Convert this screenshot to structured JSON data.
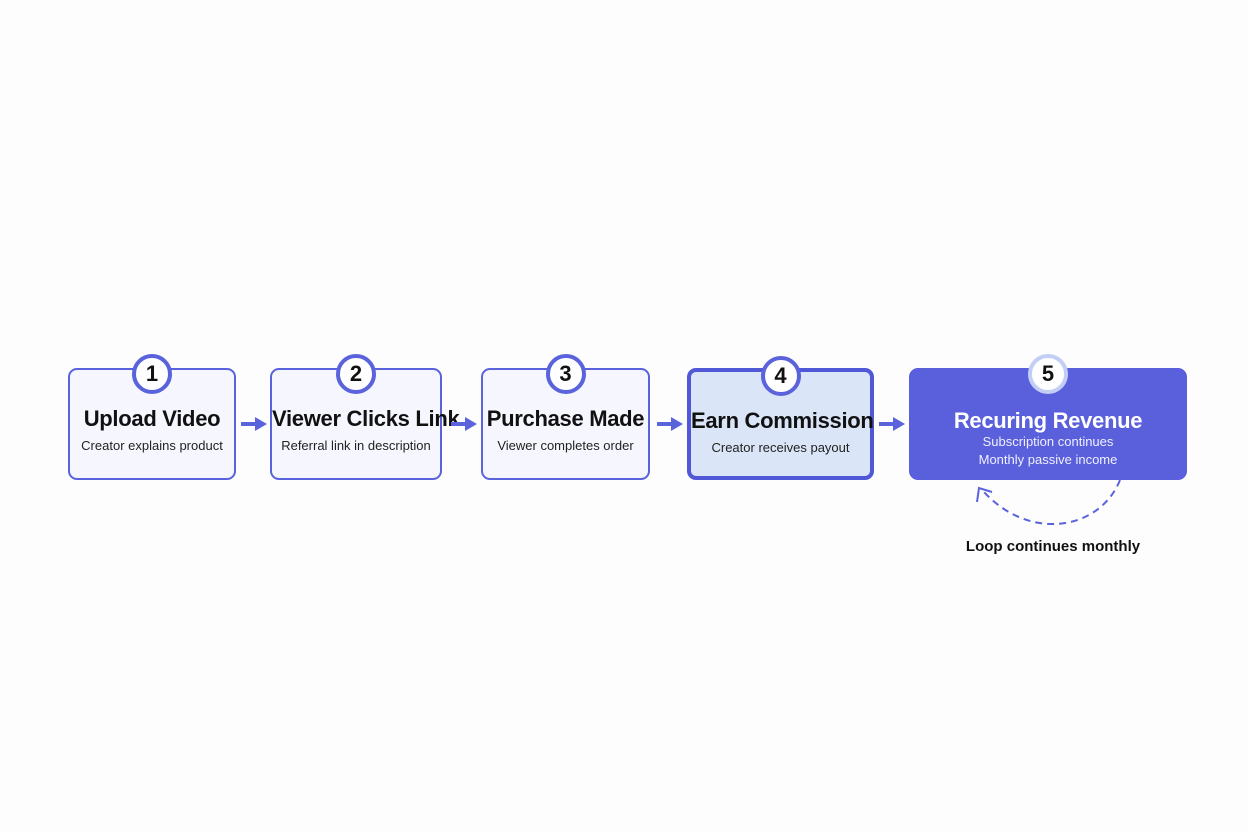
{
  "steps": [
    {
      "number": "1",
      "title": "Upload Video",
      "subtitle": "Creator explains product"
    },
    {
      "number": "2",
      "title": "Viewer Clicks Link",
      "subtitle": "Referral link in description"
    },
    {
      "number": "3",
      "title": "Purchase Made",
      "subtitle": "Viewer completes order"
    },
    {
      "number": "4",
      "title": "Earn Commission",
      "subtitle": "Creator receives payout"
    },
    {
      "number": "5",
      "title": "Recuring Revenue",
      "subtitle": "Subscription continues",
      "subtitle2": "Monthly passive income"
    }
  ],
  "loop_label": "Loop continues monthly",
  "colors": {
    "accent": "#5a63db",
    "final_fill": "#5a5fdb",
    "highlight_fill": "#dae6f8",
    "step_fill": "#f6f7fe"
  },
  "icons": [
    "arrow-right-icon",
    "loop-arrow-icon"
  ]
}
